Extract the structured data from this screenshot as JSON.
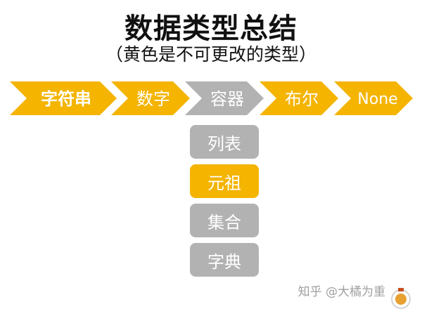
{
  "title": "数据类型总结",
  "subtitle": "（黄色是不可更改的类型）",
  "types": [
    {
      "label": "字符串",
      "color": "#f4b400",
      "bold": true
    },
    {
      "label": "数字",
      "color": "#f4b400",
      "bold": false
    },
    {
      "label": "容器",
      "color": "#b2b2b2",
      "bold": false
    },
    {
      "label": "布尔",
      "color": "#f4b400",
      "bold": false
    },
    {
      "label": "None",
      "color": "#f4b400",
      "bold": false
    }
  ],
  "containers": [
    {
      "label": "列表",
      "color": "gray"
    },
    {
      "label": "元祖",
      "color": "yellow"
    },
    {
      "label": "集合",
      "color": "gray"
    },
    {
      "label": "字典",
      "color": "gray"
    }
  ],
  "watermark": "知乎 @大橘为重"
}
